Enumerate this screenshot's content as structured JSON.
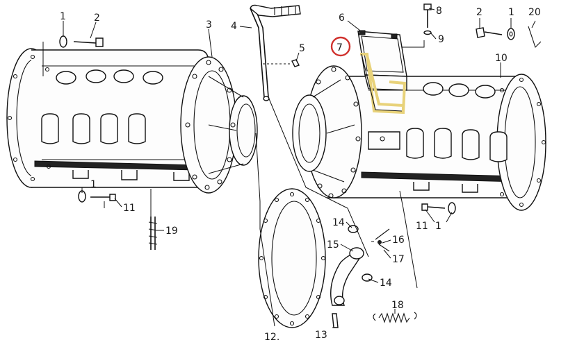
{
  "figure": {
    "callouts": [
      {
        "id": "lbl-1a",
        "text": "1"
      },
      {
        "id": "lbl-2a",
        "text": "2"
      },
      {
        "id": "lbl-3",
        "text": "3"
      },
      {
        "id": "lbl-4",
        "text": "4"
      },
      {
        "id": "lbl-5",
        "text": "5"
      },
      {
        "id": "lbl-6",
        "text": "6"
      },
      {
        "id": "lbl-7",
        "text": "7"
      },
      {
        "id": "lbl-8",
        "text": "8"
      },
      {
        "id": "lbl-9",
        "text": "9"
      },
      {
        "id": "lbl-2b",
        "text": "2"
      },
      {
        "id": "lbl-1b",
        "text": "1"
      },
      {
        "id": "lbl-20",
        "text": "20"
      },
      {
        "id": "lbl-10",
        "text": "10"
      },
      {
        "id": "lbl-1c",
        "text": "1"
      },
      {
        "id": "lbl-11a",
        "text": "11"
      },
      {
        "id": "lbl-19",
        "text": "19"
      },
      {
        "id": "lbl-14a",
        "text": "14"
      },
      {
        "id": "lbl-15",
        "text": "15"
      },
      {
        "id": "lbl-16",
        "text": "16"
      },
      {
        "id": "lbl-17",
        "text": "17"
      },
      {
        "id": "lbl-14b",
        "text": "14"
      },
      {
        "id": "lbl-11b",
        "text": "11"
      },
      {
        "id": "lbl-1d",
        "text": "1"
      },
      {
        "id": "lbl-18",
        "text": "18"
      },
      {
        "id": "lbl-12",
        "text": "12."
      },
      {
        "id": "lbl-13",
        "text": "13"
      }
    ],
    "highlight": {
      "part": "7",
      "ring_color": "#d0312d",
      "part_color": "#e8d27a"
    }
  }
}
